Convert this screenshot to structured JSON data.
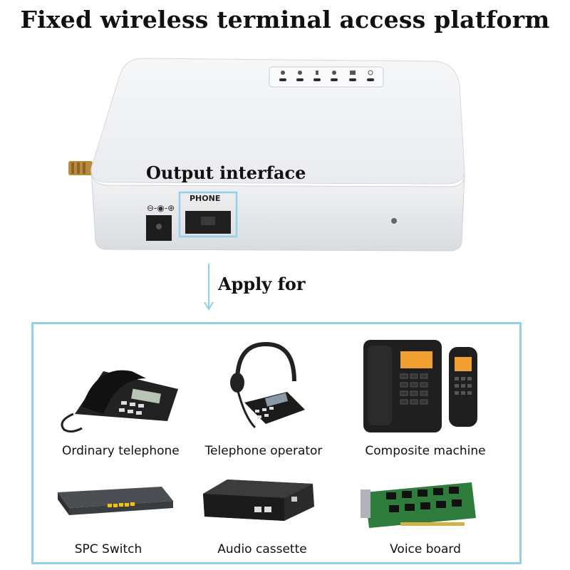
{
  "title": "Fixed wireless terminal access platform",
  "device": {
    "output_label": "Output interface",
    "port_label": "PHONE"
  },
  "apply_label": "Apply for",
  "applications": [
    {
      "label": "Ordinary telephone"
    },
    {
      "label": "Telephone operator"
    },
    {
      "label": "Composite machine"
    },
    {
      "label": "SPC Switch"
    },
    {
      "label": "Audio cassette"
    },
    {
      "label": "Voice board"
    }
  ],
  "colors": {
    "highlight": "#8fd2ea",
    "arrow": "#8fd2ea"
  }
}
